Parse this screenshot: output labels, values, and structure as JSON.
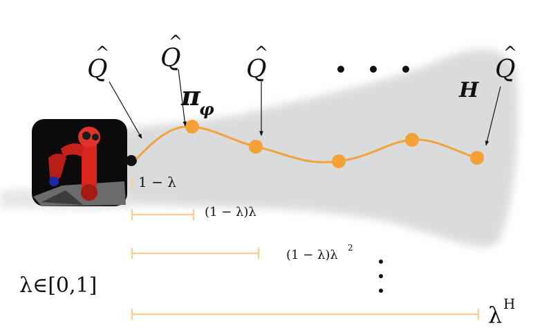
{
  "labels": {
    "q_hat": "Q",
    "policy_symbol": "π",
    "policy_subscript": "φ",
    "horizon": "H",
    "ellipsis": "• • •",
    "lambda_range": "λ∈[0,1]",
    "weight_1": "1 − λ",
    "weight_2": "(1 − λ)λ",
    "weight_3_base": "(1 − λ)λ",
    "weight_3_exp": "2",
    "weight_last_base": "λ",
    "weight_last_exp": "H"
  },
  "colors": {
    "trajectory": "#f4a236",
    "bracket": "#f7cf98",
    "cone": "#d9dbdd",
    "robot_body": "#d9261c",
    "text": "#111111"
  },
  "icons": {
    "robot": "robot-arm-thumbnail",
    "start_state": "black-dot"
  }
}
